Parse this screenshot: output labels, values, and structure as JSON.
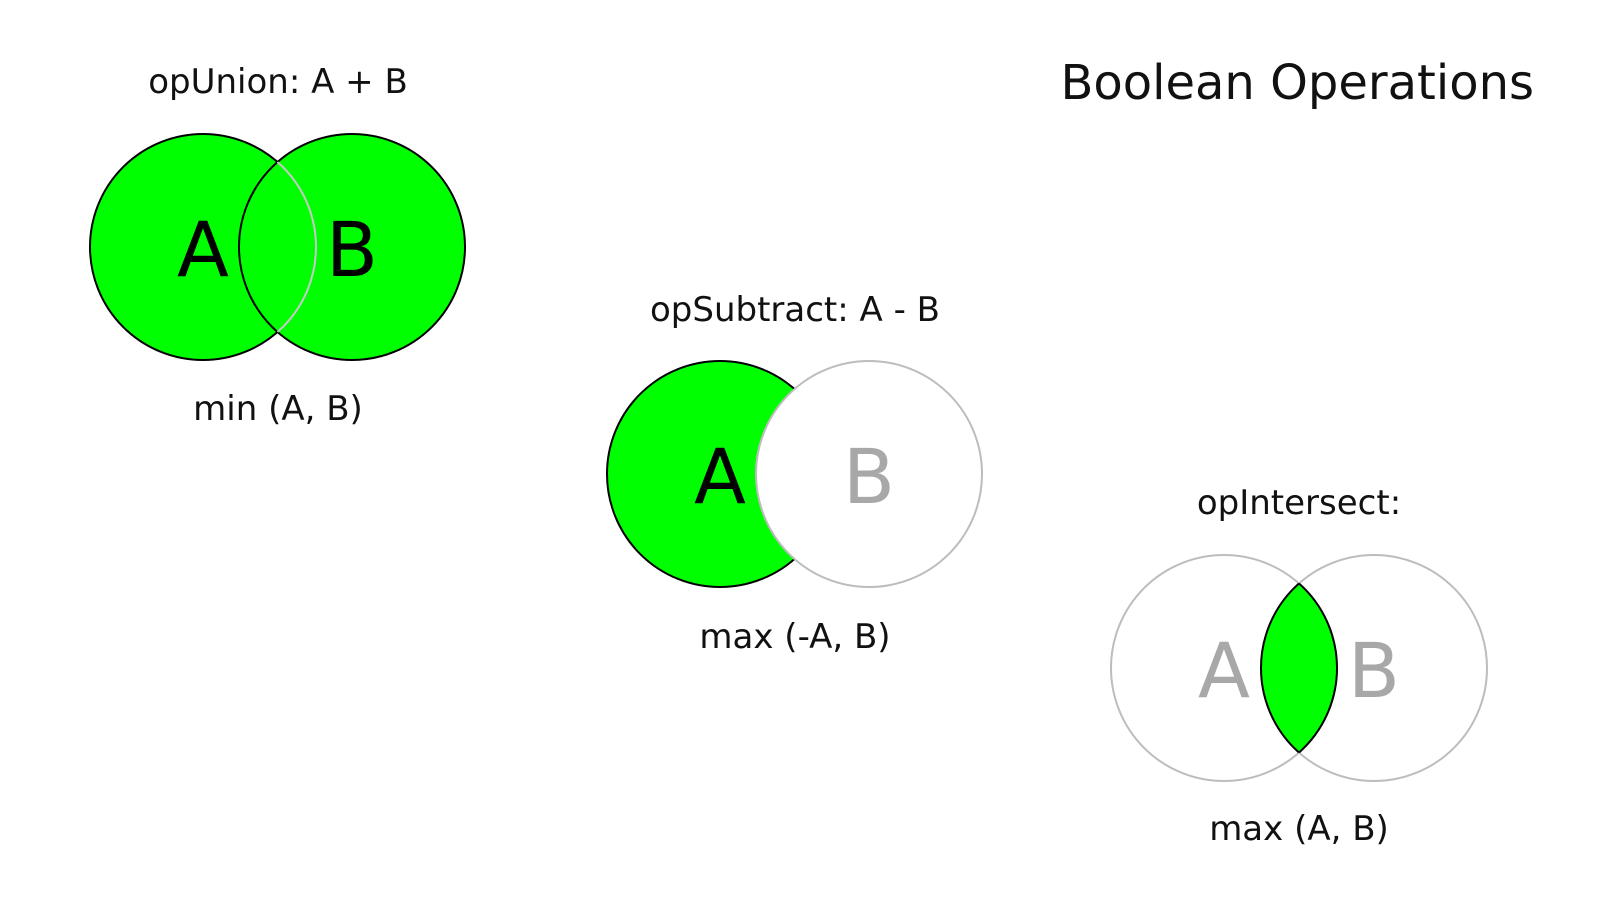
{
  "title": "Boolean Operations",
  "colors": {
    "fill": "#00ff00",
    "active_stroke": "#000000",
    "inactive_stroke": "#bdbdbd",
    "active_letter": "#000000",
    "inactive_letter": "#a8a8a8"
  },
  "operations": {
    "union": {
      "label": "opUnion: A + B",
      "formula": "min (A, B)",
      "set_a": "A",
      "set_b": "B"
    },
    "subtract": {
      "label": "opSubtract: A - B",
      "formula": "max (-A, B)",
      "set_a": "A",
      "set_b": "B"
    },
    "intersect": {
      "label": "opIntersect:",
      "formula": "max (A, B)",
      "set_a": "A",
      "set_b": "B"
    }
  }
}
